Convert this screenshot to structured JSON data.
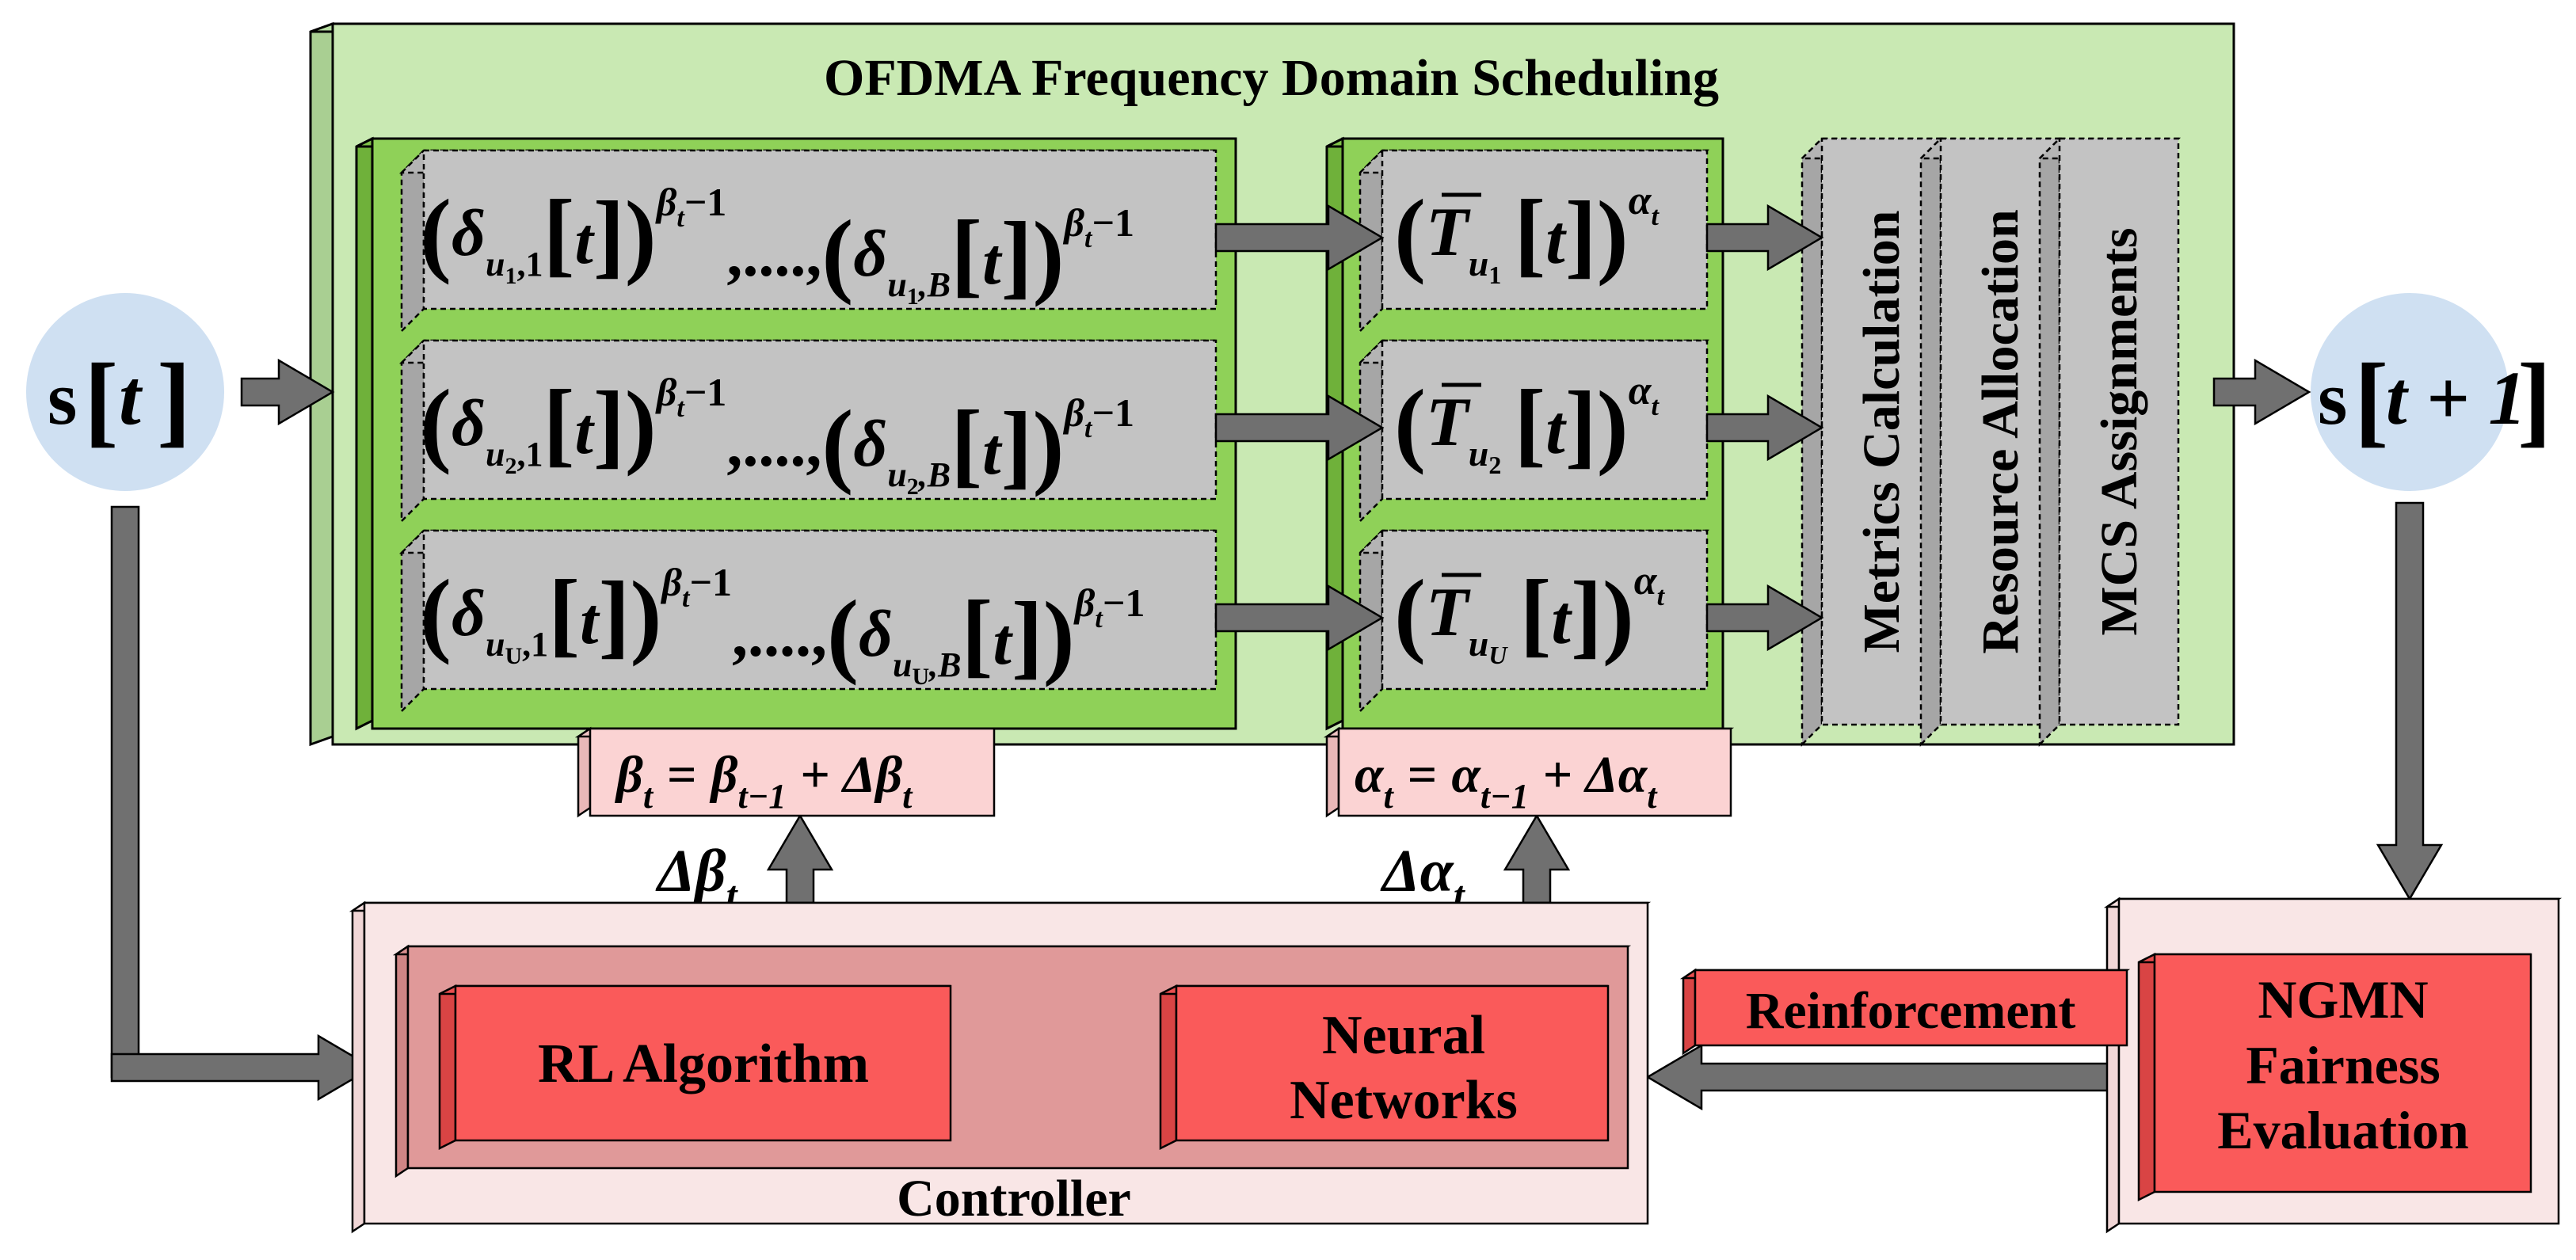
{
  "title": "OFDMA Frequency Domain Scheduling",
  "state_in": {
    "prefix": "s",
    "var": "t"
  },
  "state_out": {
    "prefix": "s",
    "var": "t + 1"
  },
  "delta_rows": [
    {
      "user_sub": "1"
    },
    {
      "user_sub": "2"
    },
    {
      "user_sub": "U"
    }
  ],
  "delta_common": {
    "symbol": "δ",
    "user": "u",
    "first_band": "1",
    "last_band": "B",
    "var": "t",
    "exp_sym": "β",
    "exp_sub": "t",
    "exp_tail": "−1",
    "ellipsis": ",....,"
  },
  "tput_rows": [
    {
      "user_sub": "1"
    },
    {
      "user_sub": "2"
    },
    {
      "user_sub": "U"
    }
  ],
  "tput_common": {
    "symbol": "T",
    "user": "u",
    "var": "t",
    "exp_sym": "α",
    "exp_sub": "t"
  },
  "modules": [
    "Metrics Calculation",
    "Resource Allocation",
    "MCS Assignments"
  ],
  "beta_update": {
    "lhs": "β",
    "lhs_sub": "t",
    "eq": "=",
    "rhs": "β",
    "rhs_sub": "t−1",
    "plus": "+",
    "delta": "Δβ",
    "delta_sub": "t"
  },
  "alpha_update": {
    "lhs": "α",
    "lhs_sub": "t",
    "eq": "=",
    "rhs": "α",
    "rhs_sub": "t−1",
    "plus": "+",
    "delta": "Δα",
    "delta_sub": "t"
  },
  "delta_beta": {
    "sym": "Δβ",
    "sub": "t"
  },
  "delta_alpha": {
    "sym": "Δα",
    "sub": "t"
  },
  "controller": {
    "label": "Controller",
    "rl": "RL Algorithm",
    "nn_line1": "Neural",
    "nn_line2": "Networks"
  },
  "reinforcement": "Reinforcement",
  "ngmn": {
    "line1": "NGMN",
    "line2": "Fairness",
    "line3": "Evaluation"
  },
  "colors": {
    "outer_green": "#c9e9b3",
    "inner_green": "#8fd158",
    "grey_box": "#c3c3c3",
    "state_circle": "#cfe0f2",
    "pink_light": "#f8dcdc",
    "pink_mid": "#e69898",
    "red_box": "#fa5a5a",
    "arrow_grey": "#707070"
  }
}
